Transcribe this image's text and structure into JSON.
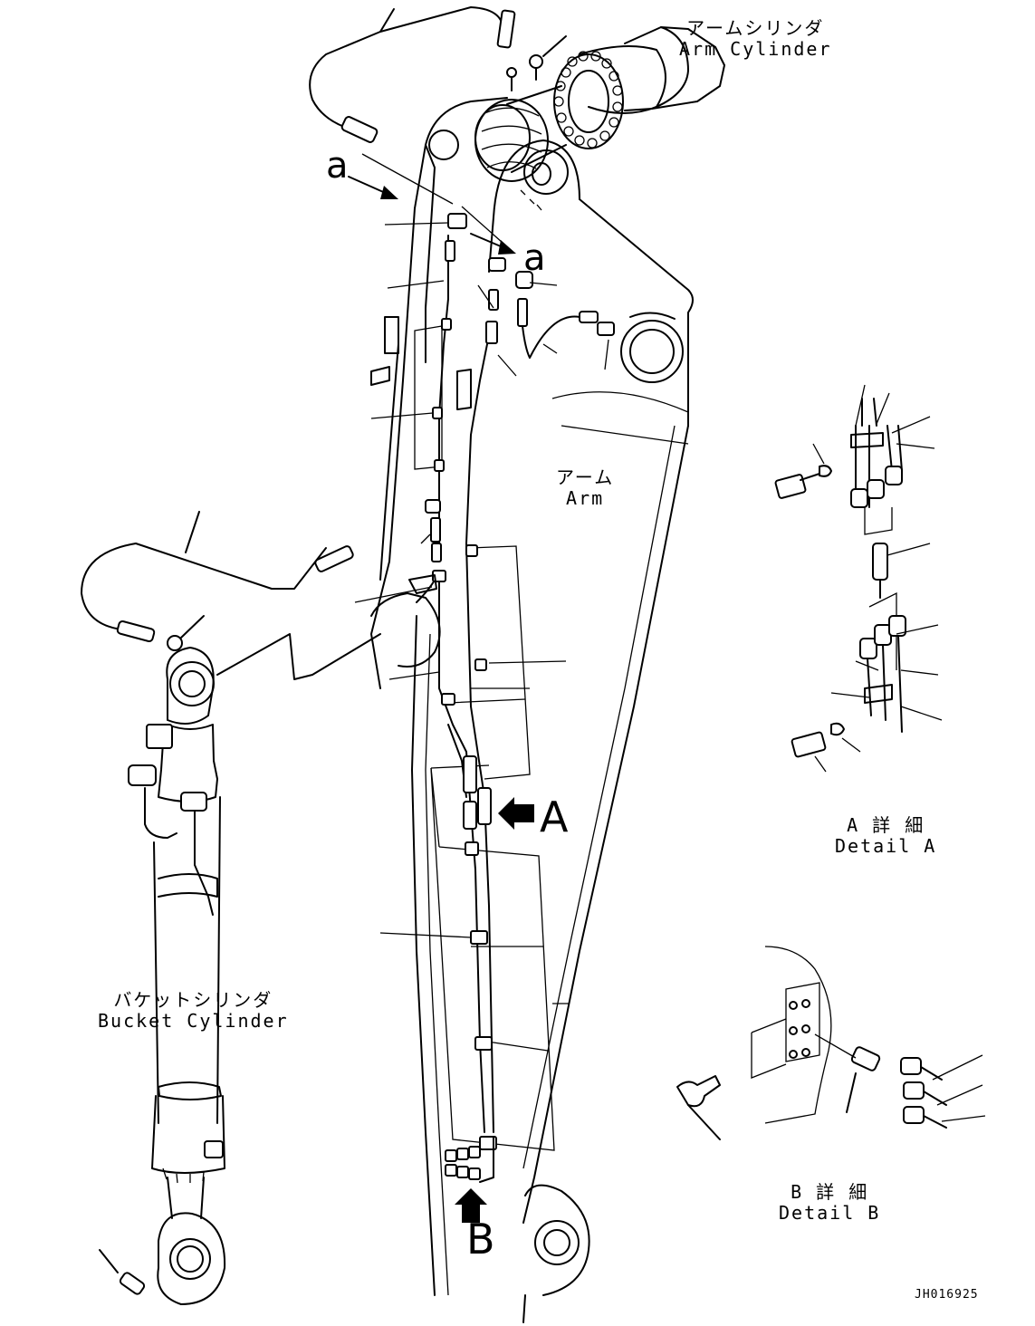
{
  "labels": {
    "arm_cylinder_jp": "アームシリンダ",
    "arm_cylinder_en": "Arm Cylinder",
    "arm_jp": "アーム",
    "arm_en": "Arm",
    "bucket_cylinder_jp": "バケットシリンダ",
    "bucket_cylinder_en": "Bucket Cylinder",
    "detail_a_jp": "A 詳 細",
    "detail_a_en": "Detail A",
    "detail_b_jp": "B 詳 細",
    "detail_b_en": "Detail B",
    "view_a": "A",
    "view_b": "B",
    "marker_a_1": "a",
    "marker_a_2": "a",
    "drawing_number": "JH016925"
  }
}
